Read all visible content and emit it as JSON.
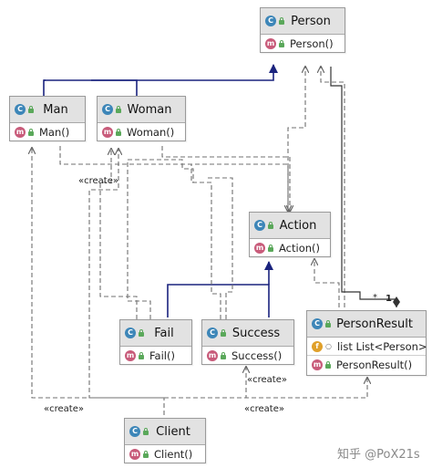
{
  "classes": {
    "person": {
      "name": "Person",
      "method": "Person()"
    },
    "man": {
      "name": "Man",
      "method": "Man()"
    },
    "woman": {
      "name": "Woman",
      "method": "Woman()"
    },
    "action": {
      "name": "Action",
      "method": "Action()"
    },
    "fail": {
      "name": "Fail",
      "method": "Fail()"
    },
    "success": {
      "name": "Success",
      "method": "Success()"
    },
    "person_result": {
      "name": "PersonResult",
      "field": "list  List<Person>",
      "method": "PersonResult()"
    },
    "client": {
      "name": "Client",
      "method": "Client()"
    }
  },
  "icons": {
    "class": "C",
    "method": "m",
    "field": "f"
  },
  "labels": {
    "create_1": "«create»",
    "create_2": "«create»",
    "create_3": "«create»",
    "create_4": "«create»",
    "multiplicity_many": "*",
    "multiplicity_one": "1"
  },
  "watermark": "知乎 @PoX21s",
  "colors": {
    "header": "#e2e2e2",
    "inheritance": "#1a237e",
    "dependency": "#707070"
  }
}
